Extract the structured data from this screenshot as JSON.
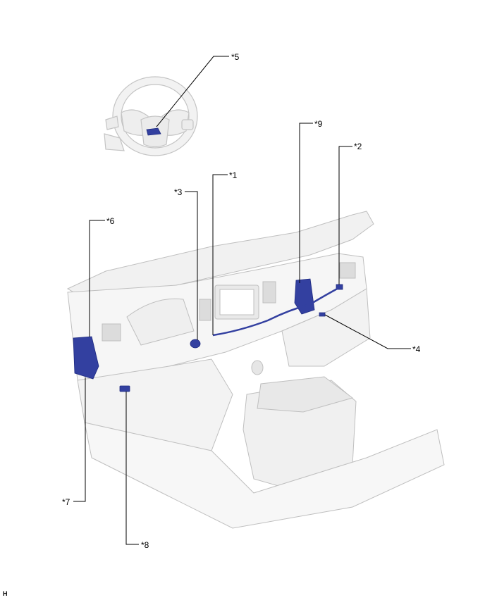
{
  "callouts": {
    "c1": "*1",
    "c2": "*2",
    "c3": "*3",
    "c4": "*4",
    "c5": "*5",
    "c6": "*6",
    "c7": "*7",
    "c8": "*8",
    "c9": "*9"
  },
  "figure_code": "H",
  "colors": {
    "component_highlight": "#3340a0",
    "outline": "#bfbfbf",
    "body_fill": "#f4f4f4",
    "leader_line": "#000000"
  }
}
